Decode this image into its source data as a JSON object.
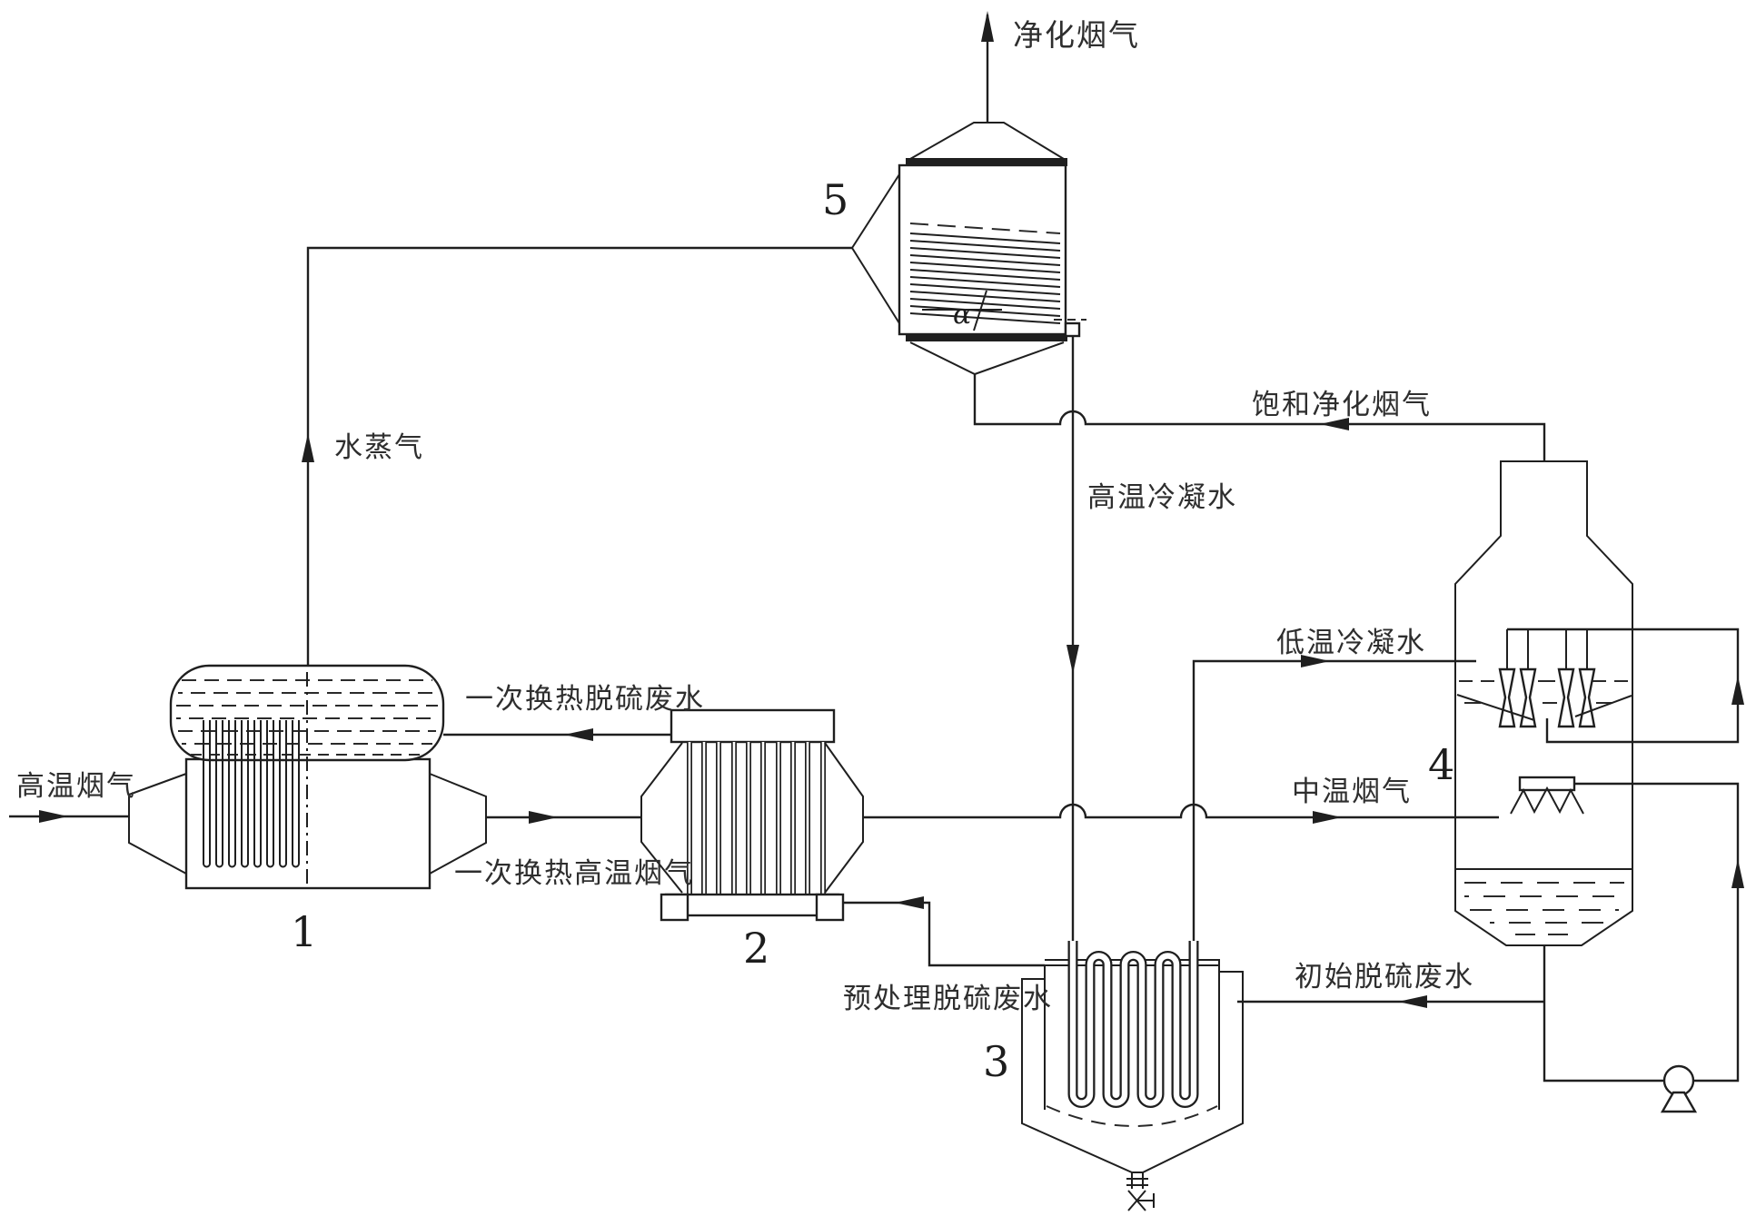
{
  "colors": {
    "background": "#ffffff",
    "line": "#1f1f1f",
    "text": "#2e2e2e"
  },
  "streams": {
    "purified_flue_gas": "净化烟气",
    "water_vapor": "水蒸气",
    "saturated_purified_flue_gas": "饱和净化烟气",
    "high_temp_condensate": "高温冷凝水",
    "low_temp_condensate": "低温冷凝水",
    "medium_temp_flue_gas": "中温烟气",
    "initial_desulfurization_wastewater": "初始脱硫废水",
    "pretreated_desulfurization_wastewater": "预处理脱硫废水",
    "primary_heat_exchanged_desulfurization_wastewater": "一次换热脱硫废水",
    "primary_heat_exchanged_high_temp_flue_gas": "一次换热高温烟气",
    "high_temp_flue_gas": "高温烟气"
  },
  "equipment_numbers": {
    "unit1": "1",
    "unit2": "2",
    "unit3": "3",
    "unit4": "4",
    "unit5": "5"
  },
  "angle_symbol": "α"
}
